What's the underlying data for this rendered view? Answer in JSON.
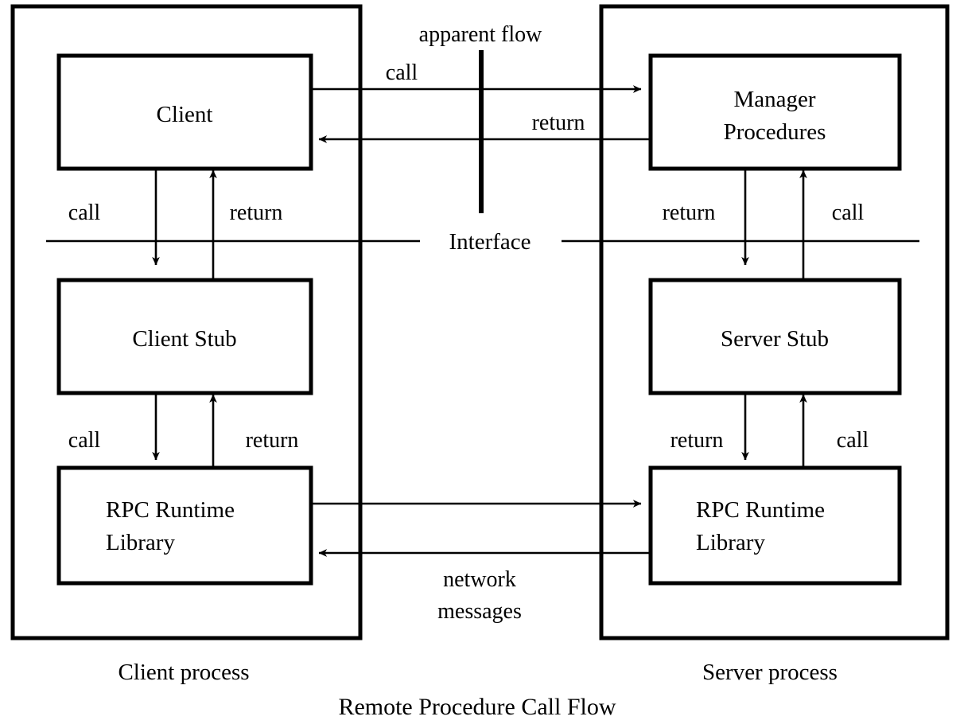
{
  "diagram": {
    "caption": "Remote Procedure Call Flow",
    "interface_label": "Interface",
    "apparent_flow_label": "apparent flow",
    "network_label_line1": "network",
    "network_label_line2": "messages",
    "processes": [
      {
        "id": "client-process",
        "label": "Client process"
      },
      {
        "id": "server-process",
        "label": "Server process"
      }
    ],
    "boxes": [
      {
        "id": "client",
        "label": "Client"
      },
      {
        "id": "manager-procedures",
        "label_line1": "Manager",
        "label_line2": "Procedures"
      },
      {
        "id": "client-stub",
        "label": "Client Stub"
      },
      {
        "id": "server-stub",
        "label": "Server Stub"
      },
      {
        "id": "client-rpc-runtime",
        "label_line1": "RPC Runtime",
        "label_line2": "Library"
      },
      {
        "id": "server-rpc-runtime",
        "label_line1": "RPC Runtime",
        "label_line2": "Library"
      }
    ],
    "edge_labels": {
      "apparent_call": "call",
      "apparent_return": "return",
      "client_to_stub_call": "call",
      "stub_to_client_return": "return",
      "stub_to_runtime_call": "call",
      "runtime_to_stub_return": "return",
      "server_stub_to_manager_call": "call",
      "manager_to_server_stub_return": "return",
      "server_runtime_to_stub_call": "call",
      "server_stub_to_runtime_return": "return"
    },
    "colors": {
      "stroke": "#000000",
      "fill": "#ffffff",
      "text": "#000000"
    }
  }
}
